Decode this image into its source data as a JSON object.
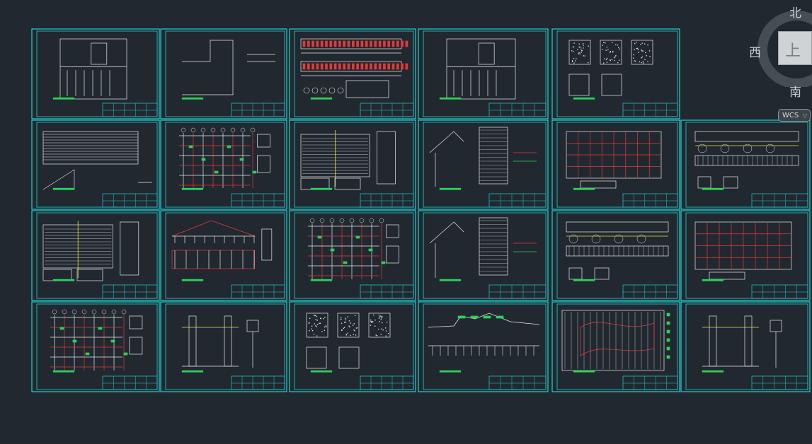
{
  "colors": {
    "background": "#212830",
    "sheet_border": "#1fd1d1",
    "line_white": "#e8e8e8",
    "line_red": "#e23a3a",
    "line_green": "#2fd15a",
    "line_yellow": "#e3e33a",
    "navcube_ring": "#4a525a",
    "navcube_face": "#cfd3d6"
  },
  "view_cube": {
    "north": "北",
    "west": "西",
    "south": "南",
    "face": "上",
    "ucs_label": "WCS",
    "ucs_dropdown_icon": "chevron-down-icon"
  },
  "drawing_sheets": [
    {
      "row": 1,
      "col": 1,
      "style": "floor-plan"
    },
    {
      "row": 1,
      "col": 2,
      "style": "site-plan"
    },
    {
      "row": 1,
      "col": 3,
      "style": "elevation-red"
    },
    {
      "row": 1,
      "col": 4,
      "style": "floor-plan"
    },
    {
      "row": 1,
      "col": 5,
      "style": "details"
    },
    {
      "row": 2,
      "col": 1,
      "style": "stair"
    },
    {
      "row": 2,
      "col": 2,
      "style": "grid-plan"
    },
    {
      "row": 2,
      "col": 3,
      "style": "section"
    },
    {
      "row": 2,
      "col": 4,
      "style": "wall-detail"
    },
    {
      "row": 2,
      "col": 5,
      "style": "grid-red"
    },
    {
      "row": 2,
      "col": 6,
      "style": "beam-detail"
    },
    {
      "row": 3,
      "col": 1,
      "style": "section"
    },
    {
      "row": 3,
      "col": 2,
      "style": "truss"
    },
    {
      "row": 3,
      "col": 3,
      "style": "grid-plan"
    },
    {
      "row": 3,
      "col": 4,
      "style": "wall-detail"
    },
    {
      "row": 3,
      "col": 5,
      "style": "beam-detail"
    },
    {
      "row": 3,
      "col": 6,
      "style": "grid-red"
    },
    {
      "row": 4,
      "col": 1,
      "style": "grid-plan"
    },
    {
      "row": 4,
      "col": 2,
      "style": "column-detail"
    },
    {
      "row": 4,
      "col": 3,
      "style": "details"
    },
    {
      "row": 4,
      "col": 4,
      "style": "profile"
    },
    {
      "row": 4,
      "col": 5,
      "style": "wave-plan"
    },
    {
      "row": 4,
      "col": 6,
      "style": "column-detail"
    }
  ]
}
